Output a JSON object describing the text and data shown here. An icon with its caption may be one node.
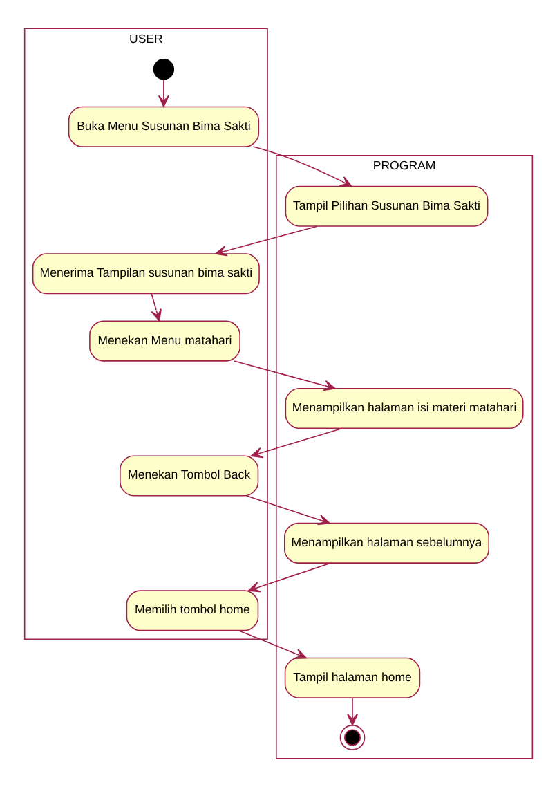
{
  "diagram": {
    "nodes": [
      {
        "text": [
          "USER"
        ]
      },
      {
        "text": [
          "PROGRAM"
        ]
      },
      {
        "text": [],
        "shape": "circle",
        "in": 0
      },
      {
        "text": [
          "Buka Menu Susunan Bima Sakti"
        ],
        "in": 0
      },
      {
        "text": [
          "Tampil Pilihan Susunan Bima Sakti"
        ],
        "in": 1
      },
      {
        "text": [
          "Menerima Tampilan susunan bima sakti"
        ],
        "in": 0
      },
      {
        "text": [
          "Menekan Menu matahari"
        ],
        "in": 0
      },
      {
        "text": [
          "Menampilkan halaman isi materi matahari"
        ],
        "in": 1
      },
      {
        "text": [
          "Menekan Tombol Back"
        ],
        "in": 0
      },
      {
        "text": [
          "Menampilkan halaman sebelumnya"
        ],
        "in": 1
      },
      {
        "text": [
          "Memilih tombol home"
        ],
        "in": 0
      },
      {
        "text": [
          "Tampil halaman home"
        ],
        "in": 1
      },
      {
        "text": [],
        "shape": "circle",
        "in": 1
      }
    ],
    "edges": [
      {
        "from": 2,
        "to": 3,
        "arrow": "to"
      },
      {
        "from": 3,
        "to": 4,
        "arrow": "to"
      },
      {
        "from": 4,
        "to": 5,
        "arrow": "to"
      },
      {
        "from": 5,
        "to": 6,
        "arrow": "to"
      },
      {
        "from": 6,
        "to": 7,
        "arrow": "to"
      },
      {
        "from": 7,
        "to": 8,
        "arrow": "to"
      },
      {
        "from": 8,
        "to": 9,
        "arrow": "to"
      },
      {
        "from": 9,
        "to": 10,
        "arrow": "to"
      },
      {
        "from": 10,
        "to": 11,
        "arrow": "to"
      },
      {
        "from": 11,
        "to": 12,
        "arrow": "to"
      }
    ]
  }
}
